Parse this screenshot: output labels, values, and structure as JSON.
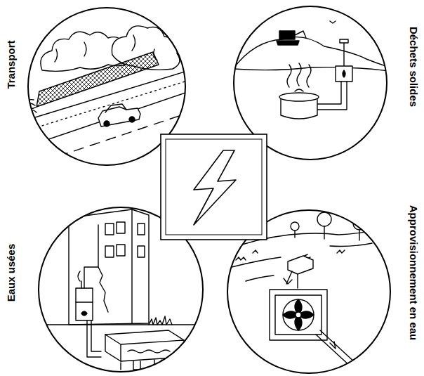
{
  "diagram": {
    "nodes": [
      {
        "text": [
          "Transport"
        ]
      },
      {
        "text": [
          "Déchets solides"
        ]
      },
      {
        "text": [
          "Eaux usées"
        ]
      },
      {
        "text": [
          "Approvisionnement en eau"
        ]
      }
    ]
  }
}
